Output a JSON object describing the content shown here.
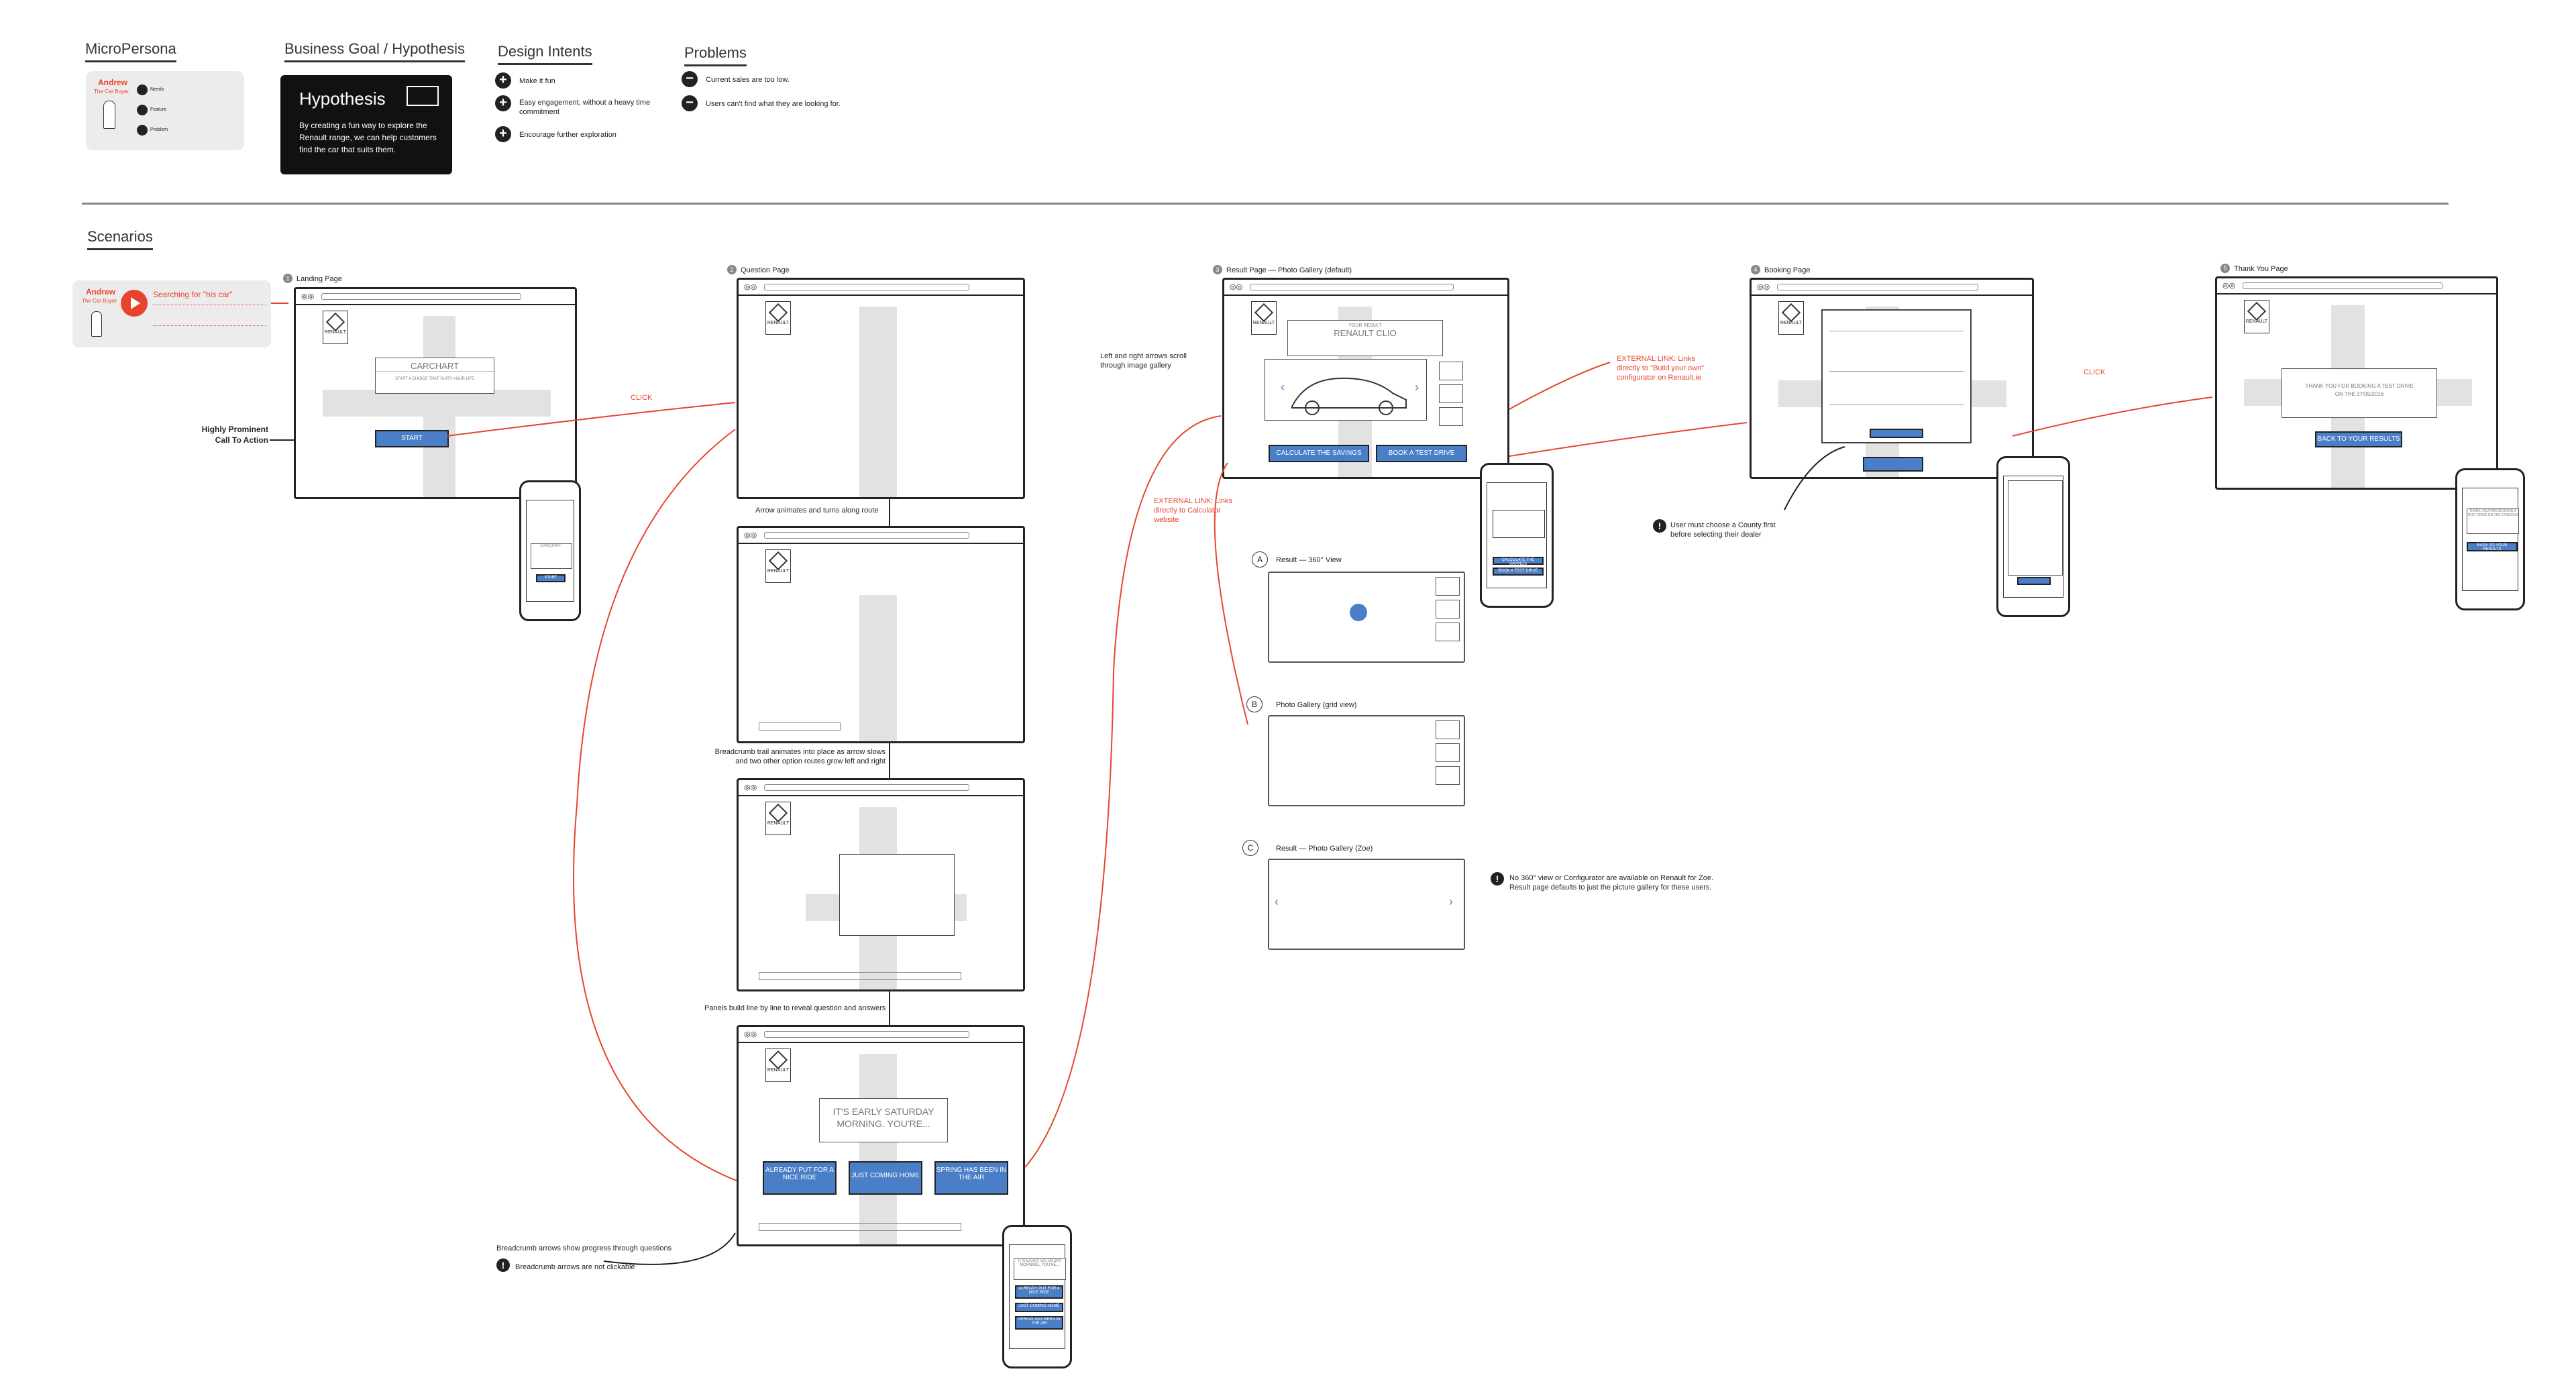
{
  "header": {
    "micropersona": {
      "title": "MicroPersona",
      "name": "Andrew",
      "role": "The Car Buyer",
      "lines": [
        "Needs",
        "Feature",
        "Problem"
      ]
    },
    "business_goal": {
      "title": "Business Goal / Hypothesis",
      "heading": "Hypothesis",
      "text": "By creating a fun way to explore the Renault range, we can help customers find the car that suits them."
    },
    "design_intents": {
      "title": "Design Intents",
      "items": [
        "Make it fun",
        "Easy engagement, without a heavy time commitment",
        "Encourage further exploration"
      ]
    },
    "problems": {
      "title": "Problems",
      "items": [
        "Current sales are too low.",
        "Users can't find what they are looking for."
      ]
    }
  },
  "scenarios": {
    "title": "Scenarios",
    "persona_name": "Andrew",
    "persona_role": "The Car Buyer",
    "persona_goal": "Searching for \"his car\"",
    "highly_prominent": "Highly Prominent Call To Action"
  },
  "landing": {
    "label": "Landing Page",
    "panel_title": "CARCHART",
    "panel_sub": "START A CHOICE THAT SUITS YOUR LIFE",
    "start_btn": "START",
    "click": "CLICK"
  },
  "question": {
    "label": "Question Page",
    "note1": "Arrow animates and turns along route",
    "note2": "Breadcrumb trail animates into place as arrow slows and two other option routes grow left and right",
    "note3": "Panels build line by line to reveal question and answers",
    "question_text": "IT'S EARLY SATURDAY MORNING. YOU'RE...",
    "answers": [
      "ALREADY PUT FOR A NICE RIDE",
      "JUST COMING HOME",
      "SPRING HAS BEEN IN THE AIR"
    ],
    "note4": "Breadcrumb arrows show progress through questions",
    "note5": "Breadcrumb arrows are not clickable"
  },
  "result": {
    "label": "Result Page — Photo Gallery (default)",
    "panel_top": "YOUR RESULT",
    "car_name": "RENAULT CLIO",
    "buttons": [
      "CALCULATE THE SAVINGS",
      "BOOK A TEST DRIVE"
    ],
    "arrows_note": "Left and right arrows scroll through image gallery",
    "external1": "EXTERNAL LINK: Links directly to Calculator website",
    "external2": "EXTERNAL LINK: Links directly to \"Build your own\" configurator on Renault.ie",
    "view_a": "Result — 360° View",
    "view_b": "Photo Gallery (grid view)",
    "view_c": "Result — Photo Gallery (Zoe)",
    "zoe_note": "No 360° view or Configurator are available on Renault for Zoe. Result page defaults to just the picture gallery for these users."
  },
  "booking": {
    "label": "Booking Page",
    "county_note": "User must choose a County first before selecting their dealer",
    "click_note": "CLICK"
  },
  "thankyou": {
    "label": "Thank You Page",
    "message": "THANK YOU FOR BOOKING A TEST DRIVE ON THE 27/05/2016",
    "btn": "BACK TO YOUR RESULTS"
  },
  "colors": {
    "accent": "#e8442d",
    "button": "#4a7fc8",
    "line": "#222222"
  }
}
